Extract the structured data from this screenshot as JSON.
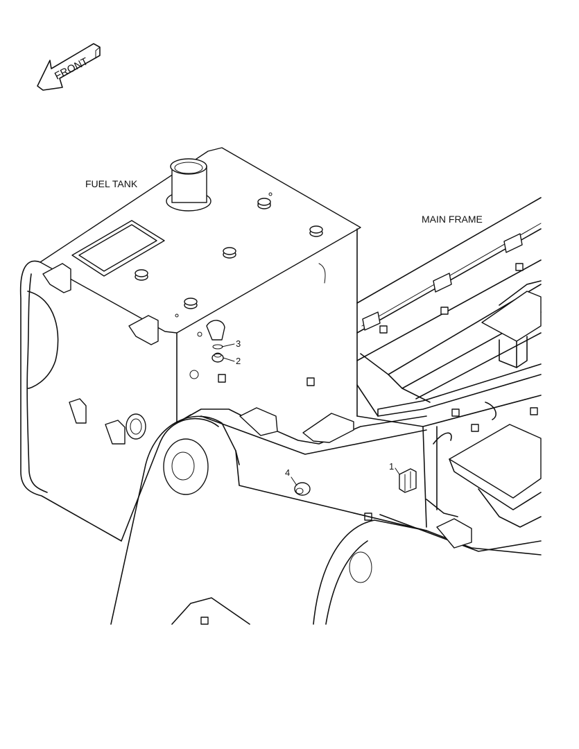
{
  "diagram": {
    "front_arrow_label": "FRONT",
    "labels": {
      "fuel_tank": "FUEL TANK",
      "main_frame": "MAIN FRAME"
    },
    "callouts": [
      "1",
      "2",
      "3",
      "4"
    ]
  }
}
